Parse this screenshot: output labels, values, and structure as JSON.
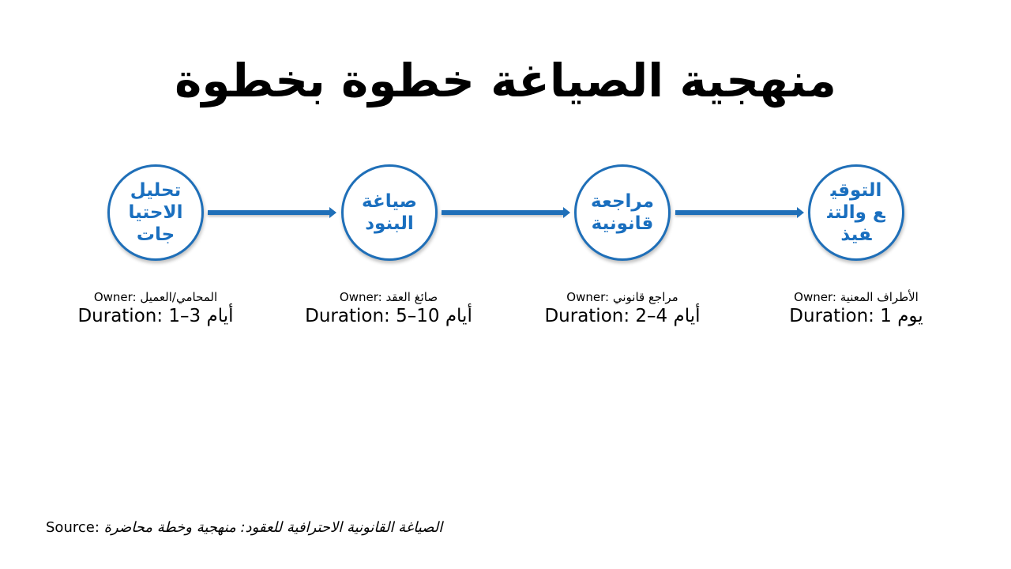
{
  "title": "منهجية الصياغة خطوة بخطوة",
  "steps": [
    {
      "label": "تحليل الاحتياجات",
      "owner": "Owner: المحامي/العميل",
      "duration": "Duration: 1–3 أيام"
    },
    {
      "label": "صياغة البنود",
      "owner": "Owner: صائغ العقد",
      "duration": "Duration: 5–10 أيام"
    },
    {
      "label": "مراجعة قانونية",
      "owner": "Owner: مراجع قانوني",
      "duration": "Duration: 2–4 أيام"
    },
    {
      "label": "التوقيع والتنفيذ",
      "owner": "Owner: الأطراف المعنية",
      "duration": "Duration: 1 يوم"
    }
  ],
  "source": {
    "prefix": "Source:",
    "text": "الصياغة القانونية الاحترافية للعقود: منهجية وخطة محاضرة"
  },
  "colors": {
    "accent": "#1f6fb8",
    "label": "#1a6fbf"
  }
}
